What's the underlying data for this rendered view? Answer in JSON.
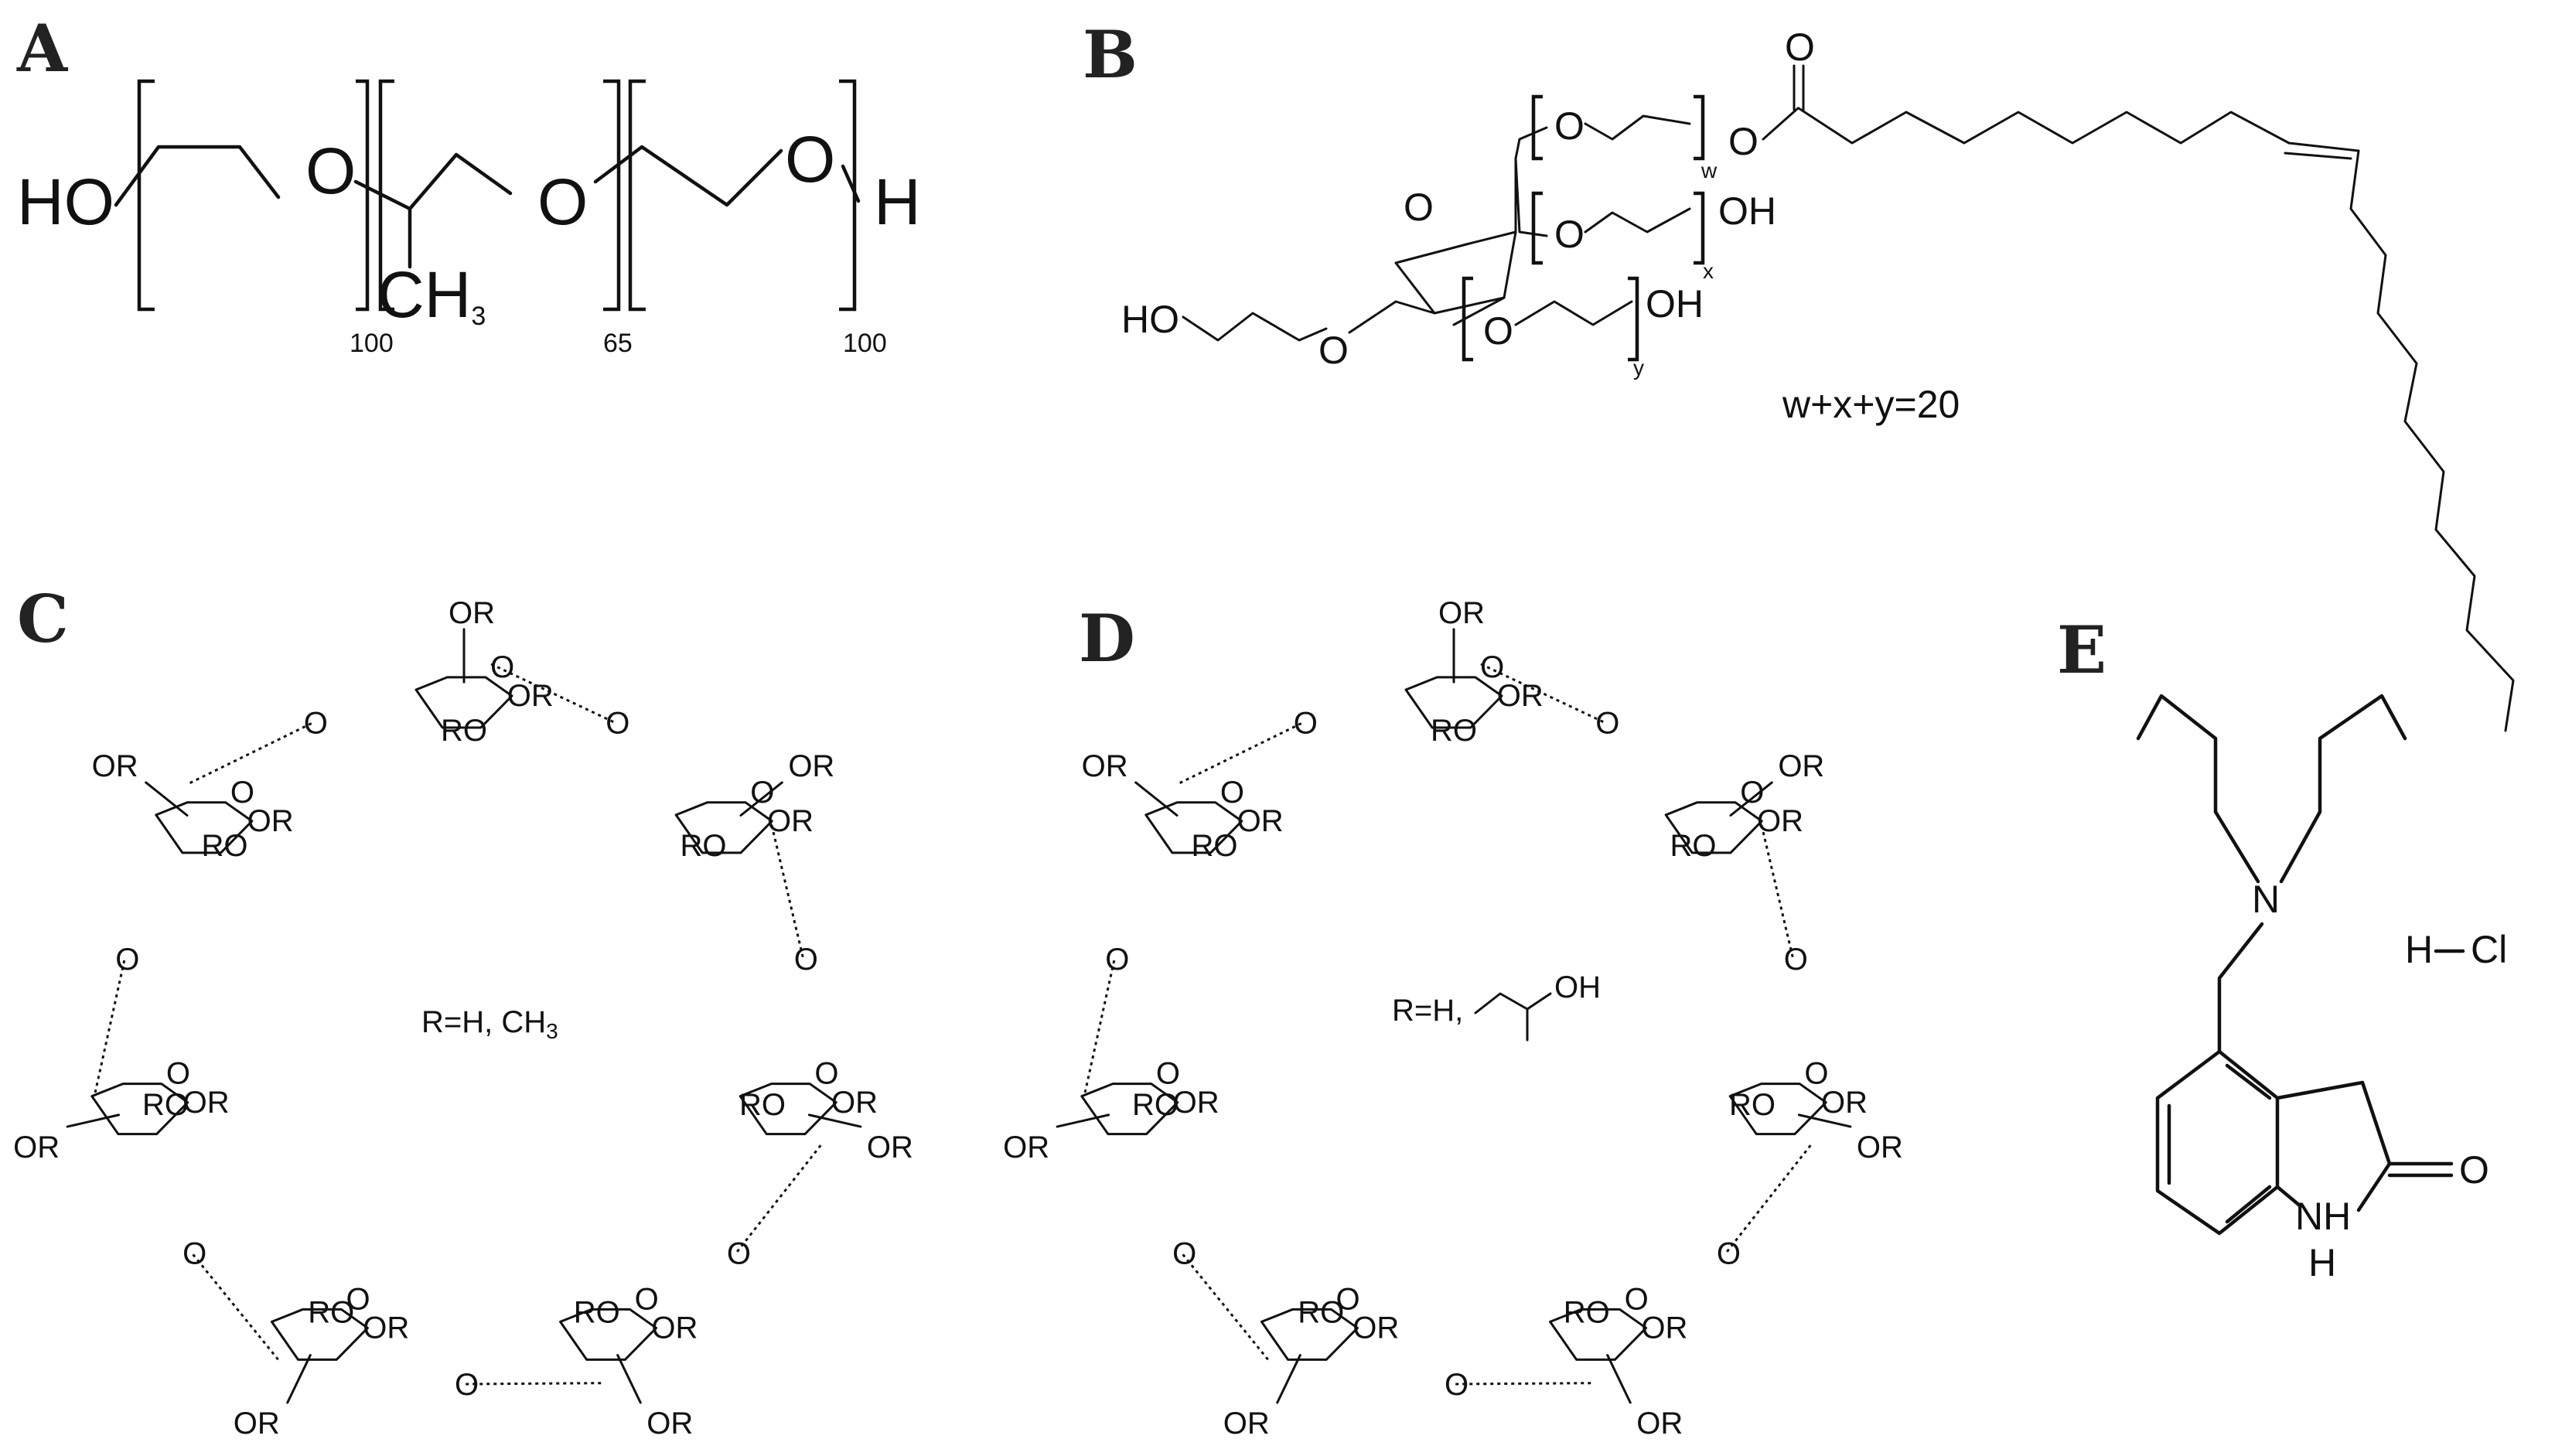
{
  "panels": {
    "A": {
      "letter": "A",
      "labels": {
        "ho": "HO",
        "o1": "O",
        "o2": "O",
        "o3": "O",
        "h": "H",
        "ch3": "CH",
        "ch3_sub": "3"
      },
      "subscripts": {
        "n1": "100",
        "n2": "65",
        "n3": "100"
      }
    },
    "B": {
      "letter": "B",
      "labels": {
        "o_carbonyl": "O",
        "o_ester": "O",
        "o_w": "O",
        "o_x": "O",
        "oh_x": "OH",
        "o_ring": "O",
        "o_y": "O",
        "oh_y": "OH",
        "ho": "HO",
        "o_ring_sub": "O"
      },
      "subscripts": {
        "w": "w",
        "x": "x",
        "y": "y"
      },
      "equation": "w+x+y=20"
    },
    "C": {
      "letter": "C",
      "r_definition": "R=H, CH",
      "r_definition_sub": "3",
      "or_label": "OR",
      "ro_label": "RO",
      "o_label": "O"
    },
    "D": {
      "letter": "D",
      "r_definition": "R=H,",
      "oh_label": "OH",
      "or_label": "OR",
      "ro_label": "RO",
      "o_label": "O"
    },
    "E": {
      "letter": "E",
      "labels": {
        "n": "N",
        "o": "O",
        "nh": "NH",
        "nh_h": "H",
        "hcl_h": "H",
        "hcl_cl": "Cl"
      }
    }
  }
}
